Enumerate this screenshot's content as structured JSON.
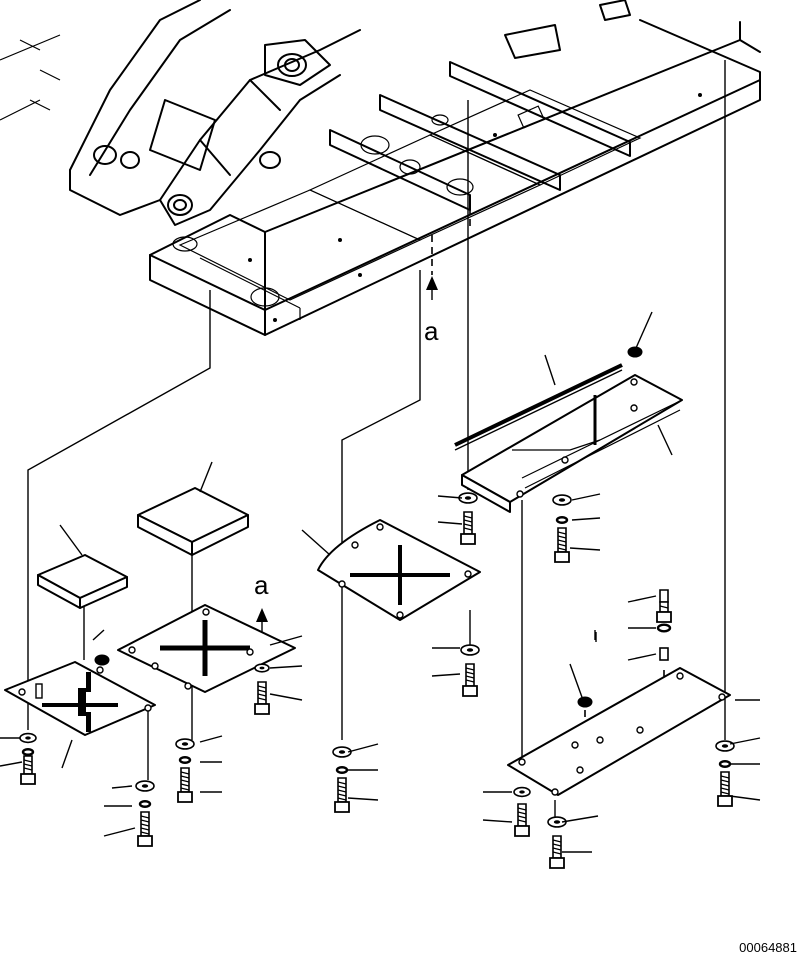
{
  "view_label": "a",
  "drawing_number": "00064881",
  "parts": [
    "frame-assembly",
    "undercover-front-left",
    "undercover-front-center",
    "undercover-center",
    "undercover-rear-upper",
    "undercover-rear-lower",
    "pad-left",
    "pad-center",
    "bolt-washer-sets"
  ]
}
